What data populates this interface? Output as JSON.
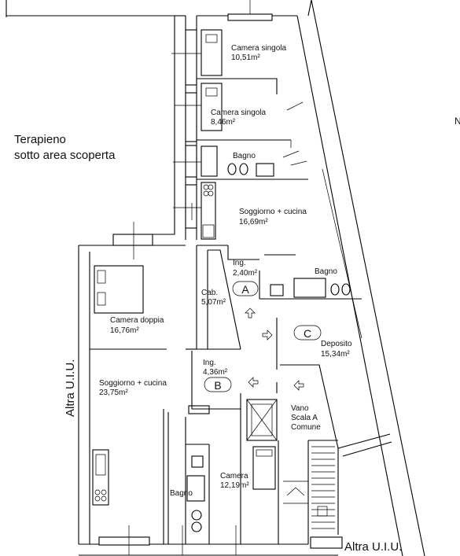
{
  "outside_labels": {
    "terrapieno_line1": "Terapieno",
    "terrapieno_line2": "sotto area scoperta",
    "altra_uiu_left": "Altra U.I.U.",
    "altra_uiu_bottom": "Altra U.I.U.",
    "edge_letter": "N"
  },
  "units": [
    {
      "letter": "A"
    },
    {
      "letter": "B"
    },
    {
      "letter": "C"
    }
  ],
  "rooms": [
    {
      "name": "Camera singola",
      "area": "10,51m²"
    },
    {
      "name": "Camera singola",
      "area": "8,46m²"
    },
    {
      "name": "Bagno",
      "area": ""
    },
    {
      "name": "Soggiorno + cucina",
      "area": "16,69m²"
    },
    {
      "name": "Ing.",
      "area": "2,40m²"
    },
    {
      "name": "Bagno",
      "area": ""
    },
    {
      "name": "Cab.",
      "area": "5,07m²"
    },
    {
      "name": "Camera doppia",
      "area": "16,76m²"
    },
    {
      "name": "Deposito",
      "area": "15,34m²"
    },
    {
      "name": "Ing.",
      "area": "4,36m²"
    },
    {
      "name": "Soggiorno + cucina",
      "area": "23,75m²"
    },
    {
      "name": "Vano",
      "area": ""
    },
    {
      "name": "Scala A",
      "area": ""
    },
    {
      "name": "Comune",
      "area": ""
    },
    {
      "name": "Camera",
      "area": "12,19m²"
    },
    {
      "name": "Bagno",
      "area": ""
    }
  ]
}
